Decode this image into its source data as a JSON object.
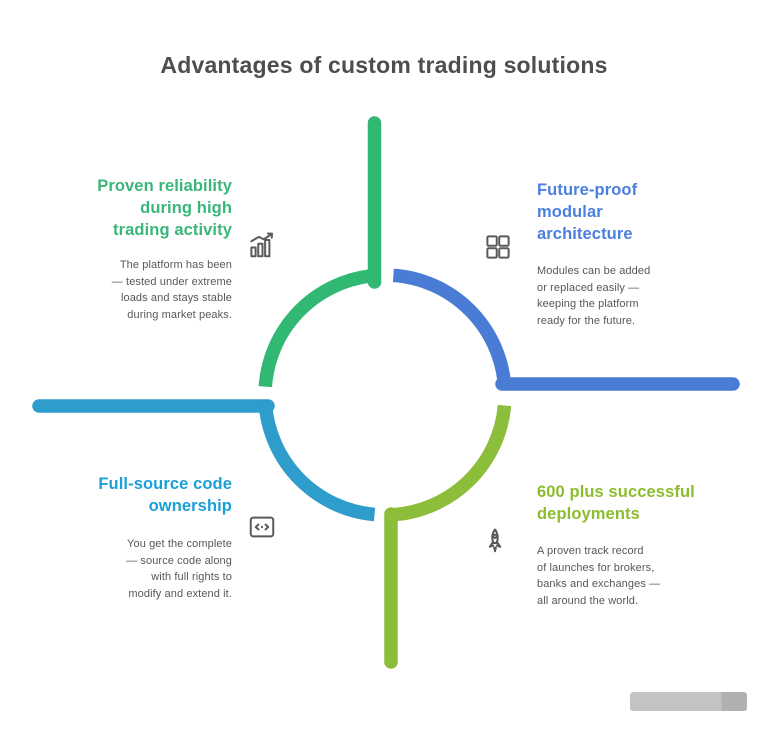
{
  "title": "Advantages of custom trading solutions",
  "sections": [
    {
      "id": "top-left",
      "heading": "Proven reliability\nduring high\ntrading activity",
      "heading_color": "#3bb67a",
      "body": "The platform has been\n— tested under extreme\nloads and stays stable\nduring market peaks.",
      "icon": "chart-growth-icon"
    },
    {
      "id": "right",
      "heading": "Future-proof\nmodular\narchitecture",
      "heading_color": "#4b7fe0",
      "body": "Modules can be added\nor replaced easily —\nkeeping the platform\nready for the future.",
      "icon": "modules-icon"
    },
    {
      "id": "bottom-left",
      "heading": "Full-source code\nownership",
      "heading_color": "#1a9fd6",
      "body": "You get the complete\n— source code along\nwith full rights to\nmodify and extend it.",
      "icon": "code-icon"
    },
    {
      "id": "bottom-right",
      "heading": "600 plus successful\ndeployments",
      "heading_color": "#8bbd2e",
      "body": "A proven track record\nof launches for brokers,\nbanks and exchanges —\nall around the world.",
      "icon": "rocket-icon"
    }
  ],
  "diagram": {
    "type": "circular-quadrant-infographic",
    "arc_colors": {
      "top_left": "#31b873",
      "top_right": "#4a7cd6",
      "bottom_left": "#2f9dcb",
      "bottom_right": "#8cbe3c"
    },
    "connector_lines": [
      {
        "position": "top",
        "color": "#31b873"
      },
      {
        "position": "right",
        "color": "#4a7cd6"
      },
      {
        "position": "left",
        "color": "#2f9dcb"
      },
      {
        "position": "bottom",
        "color": "#8cbe3c"
      }
    ],
    "title_color": "#4e4e4e",
    "body_text_color": "#585858"
  },
  "watermark": {
    "description": "gray-logo-bar"
  }
}
